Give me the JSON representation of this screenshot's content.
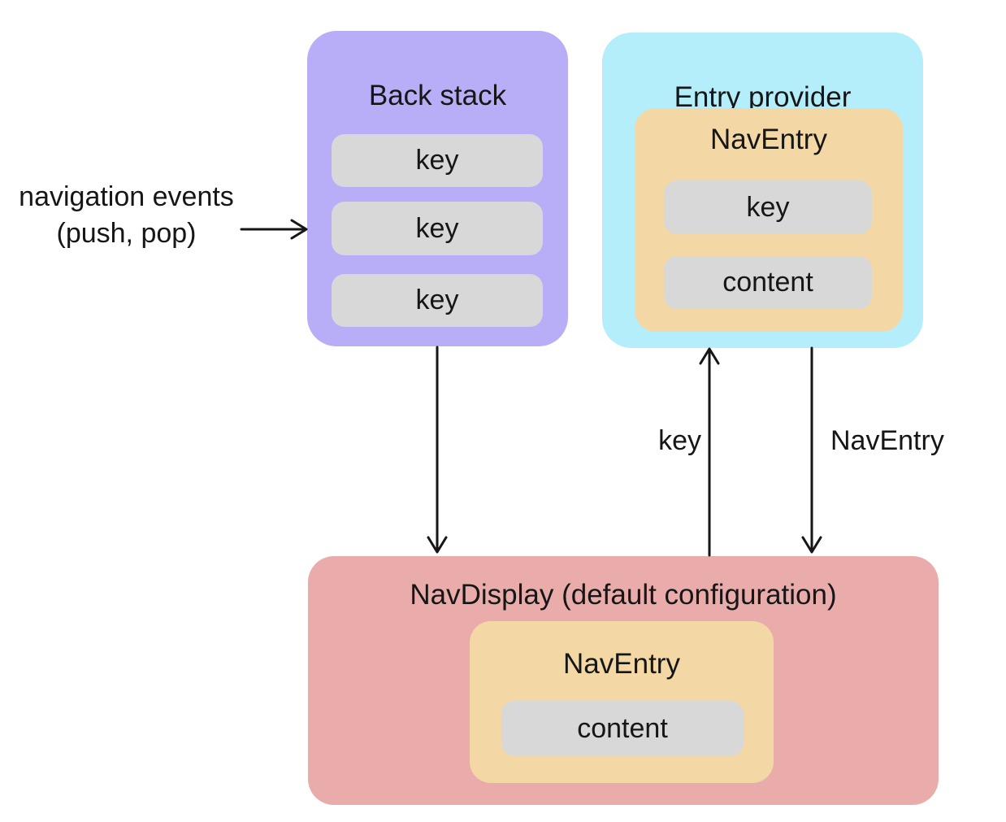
{
  "external_label": {
    "line1": "navigation events",
    "line2": "(push, pop)"
  },
  "back_stack": {
    "title": "Back stack",
    "items": [
      "key",
      "key",
      "key"
    ]
  },
  "entry_provider": {
    "title": "Entry provider",
    "nav_entry": {
      "title": "NavEntry",
      "items": [
        "key",
        "content"
      ]
    }
  },
  "nav_display": {
    "title": "NavDisplay (default configuration)",
    "nav_entry": {
      "title": "NavEntry",
      "items": [
        "content"
      ]
    }
  },
  "arrows": {
    "push_pop_arrow": "right-arrow from navigation events label into Back stack",
    "key_label": "key",
    "nav_entry_label": "NavEntry"
  },
  "colors": {
    "purple": "#b8aef7",
    "cyan": "#b5eefb",
    "orange": "#f3d8a5",
    "gray": "#d8d8d8",
    "pink": "#e9acab",
    "ink": "#161616"
  }
}
